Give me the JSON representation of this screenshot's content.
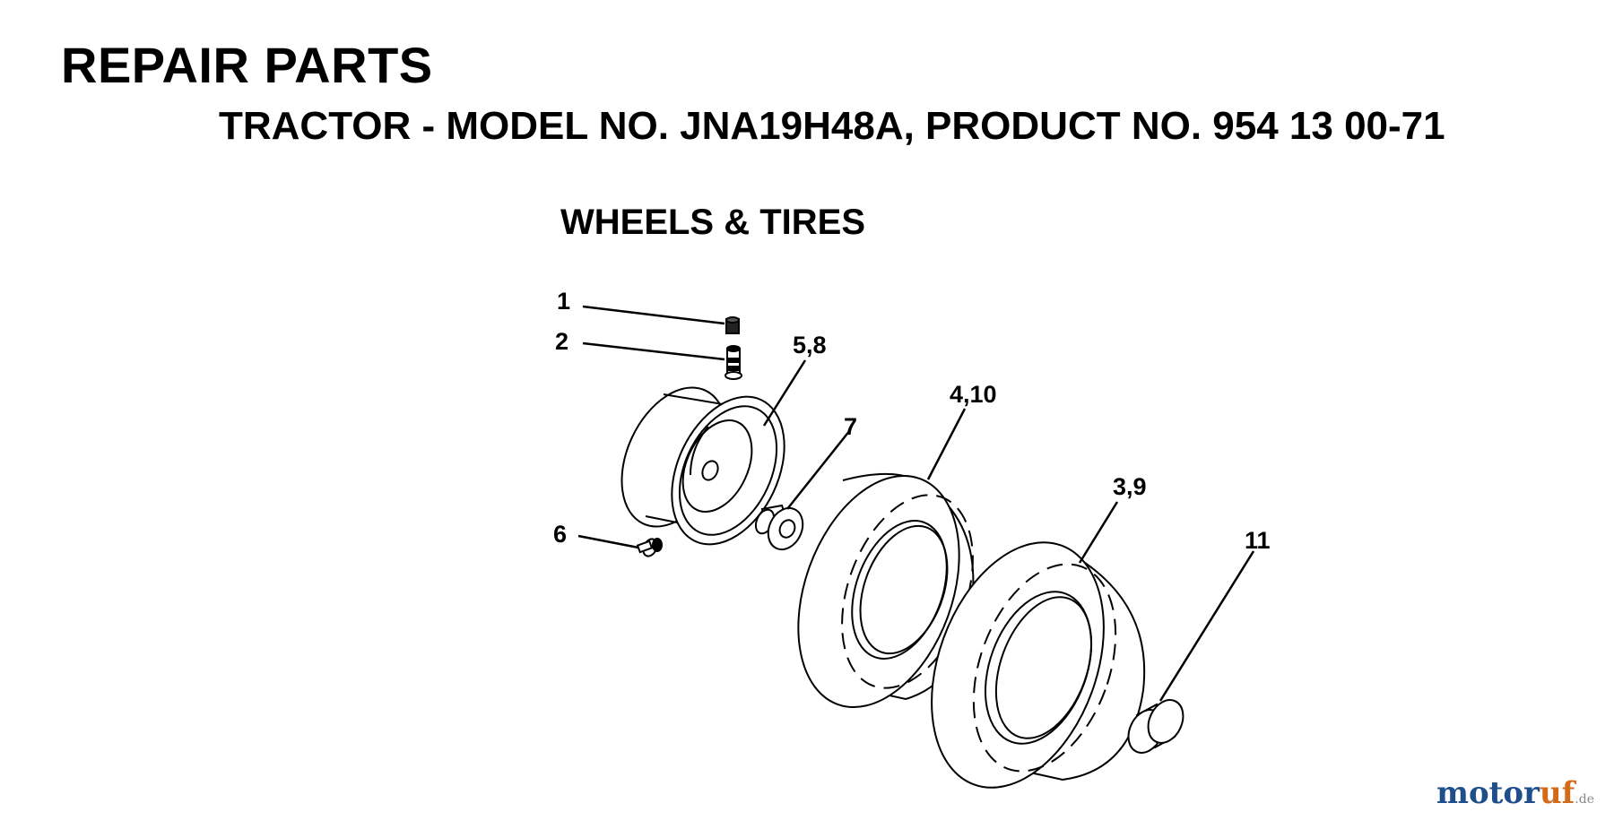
{
  "header": {
    "title": "REPAIR PARTS",
    "subtitle": "TRACTOR - MODEL NO. JNA19H48A, PRODUCT NO. 954 13 00-71"
  },
  "section_title": "WHEELS & TIRES",
  "callouts": [
    "1",
    "2",
    "5,8",
    "7",
    "4,10",
    "6",
    "3,9",
    "11"
  ],
  "watermark": {
    "part1": "motor",
    "part2": "uf",
    "part3": ".de"
  }
}
